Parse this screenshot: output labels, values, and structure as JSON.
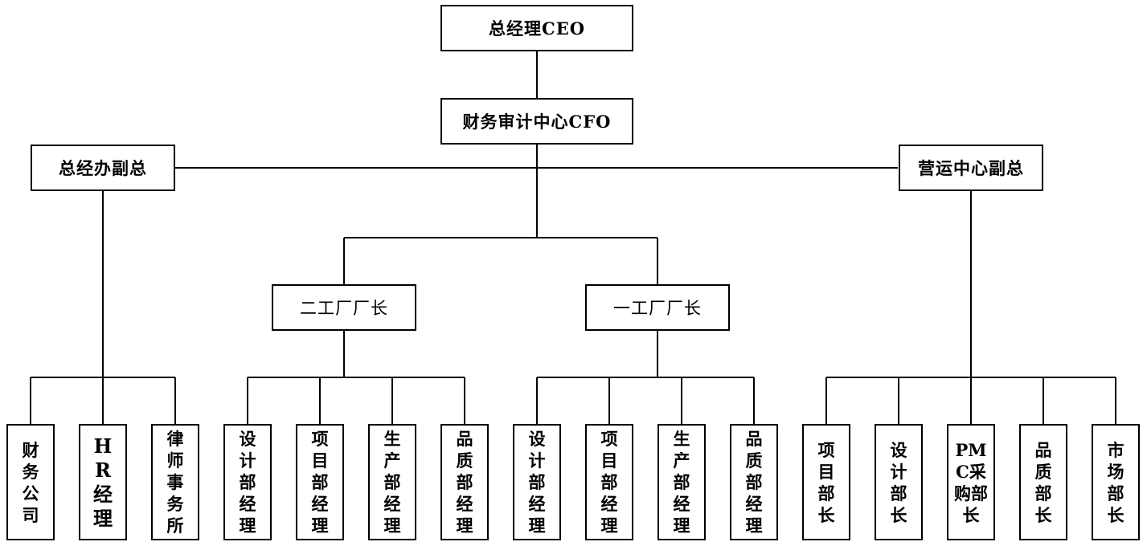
{
  "org_chart": {
    "ceo": "总经理CEO",
    "cfo": "财务审计中心CFO",
    "vp_office": "总经办副总",
    "vp_operations": "营运中心副总",
    "plant2": "二工厂厂长",
    "plant1": "一工厂厂长",
    "office_units": [
      "财务公司",
      "HR经理",
      "律师事务所"
    ],
    "plant2_units": [
      "设计部经理",
      "项目部经理",
      "生产部经理",
      "品质部经理"
    ],
    "plant1_units": [
      "设计部经理",
      "项目部经理",
      "生产部经理",
      "品质部经理"
    ],
    "ops_units": [
      "项目部长",
      "设计部长",
      "PMC采购部长",
      "品质部长",
      "市场部长"
    ]
  }
}
